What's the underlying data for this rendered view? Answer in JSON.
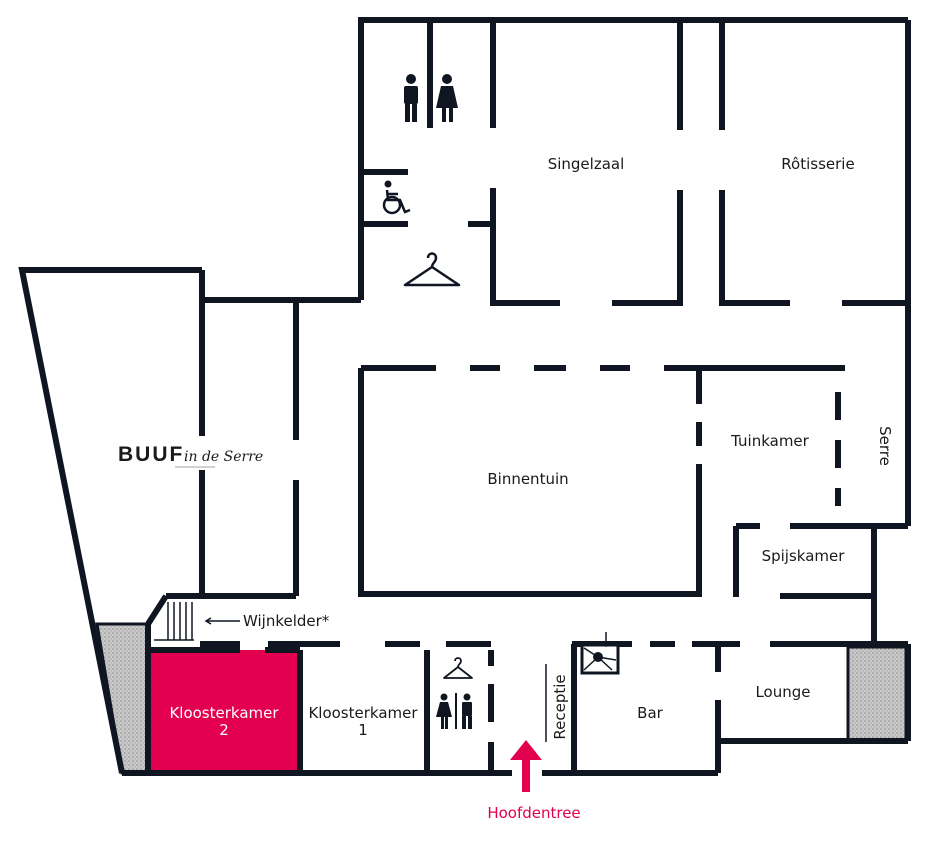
{
  "map": {
    "rooms": {
      "singelzaal": "Singelzaal",
      "rotisserie": "Rôtisserie",
      "binnentuin": "Binnentuin",
      "tuinkamer": "Tuinkamer",
      "serre": "Serre",
      "spijskamer": "Spijskamer",
      "lounge": "Lounge",
      "bar": "Bar",
      "receptie": "Receptie",
      "kloosterkamer_1_line1": "Kloosterkamer",
      "kloosterkamer_1_line2": "1",
      "kloosterkamer_2_line1": "Kloosterkamer",
      "kloosterkamer_2_line2": "2",
      "wijnkelder": "Wijnkelder*"
    },
    "brand": {
      "name": "BUUF",
      "script": "in de Serre"
    },
    "entrance": {
      "label": "Hoofdentree"
    },
    "icons": [
      "toilet-icon",
      "wheelchair-icon",
      "coat-hanger-icon",
      "stairs-icon",
      "entrance-arrow-icon"
    ],
    "colors": {
      "wall": "#0f1622",
      "highlight_room": "#e3004f",
      "entrance": "#e3004f",
      "hatch": "#b8b8b8"
    }
  }
}
